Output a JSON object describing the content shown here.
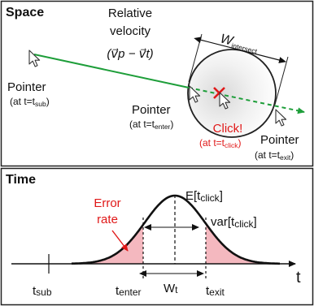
{
  "space_panel": {
    "title": "Space",
    "relative_velocity_line1": "Relative",
    "relative_velocity_line2": "velocity",
    "relative_velocity_formula": "(v⃗p − v⃗t)",
    "w_intersect_main": "W",
    "w_intersect_sub": "intersect",
    "pointer_sub_label": "Pointer",
    "pointer_sub_time_prefix": "(at t=t",
    "pointer_sub_time_sub": "sub",
    "pointer_sub_time_suffix": ")",
    "pointer_enter_label": "Pointer",
    "pointer_enter_time_prefix": "(at t=t",
    "pointer_enter_time_sub": "enter",
    "pointer_enter_time_suffix": ")",
    "click_label": "Click!",
    "click_time_prefix": "(at t=t",
    "click_time_sub": "click",
    "click_time_suffix": ")",
    "pointer_exit_label": "Pointer",
    "pointer_exit_time_prefix": "(at t=t",
    "pointer_exit_time_sub": "exit",
    "pointer_exit_time_suffix": ")"
  },
  "time_panel": {
    "title": "Time",
    "expectation_prefix": "E[t",
    "expectation_sub": "click",
    "expectation_suffix": "]",
    "variance_prefix": "var[t",
    "variance_sub": "click",
    "variance_suffix": "]",
    "error_rate_line1": "Error",
    "error_rate_line2": "rate",
    "axis_label": "t",
    "t_sub_main": "t",
    "t_sub_sub": "sub",
    "t_enter_main": "t",
    "t_enter_sub": "enter",
    "t_exit_main": "t",
    "t_exit_sub": "exit",
    "w_t_main": "W",
    "w_t_sub": "t"
  },
  "colors": {
    "trajectory": "#1e9e3a",
    "click_marker": "#e01818",
    "error_fill": "#f4b8bf",
    "error_text": "#e01818"
  }
}
